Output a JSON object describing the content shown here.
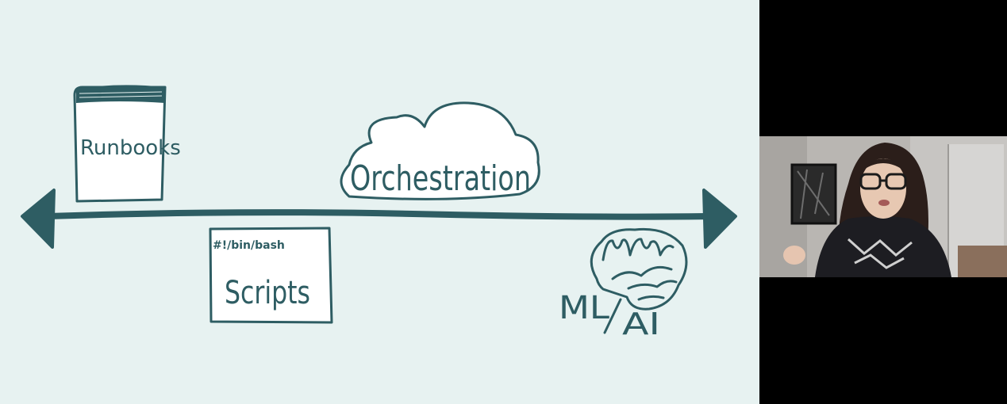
{
  "slide": {
    "labels": {
      "runbooks": "Runbooks",
      "orchestration": "Orchestration",
      "shebang": "#!/bin/bash",
      "scripts": "Scripts",
      "ml": "ML",
      "ai": "AI"
    },
    "colors": {
      "background": "#e7f2f1",
      "ink": "#2e5d63",
      "fill": "#ffffff"
    }
  },
  "video": {
    "background": "#000000",
    "subject": "presenter-webcam-feed"
  }
}
